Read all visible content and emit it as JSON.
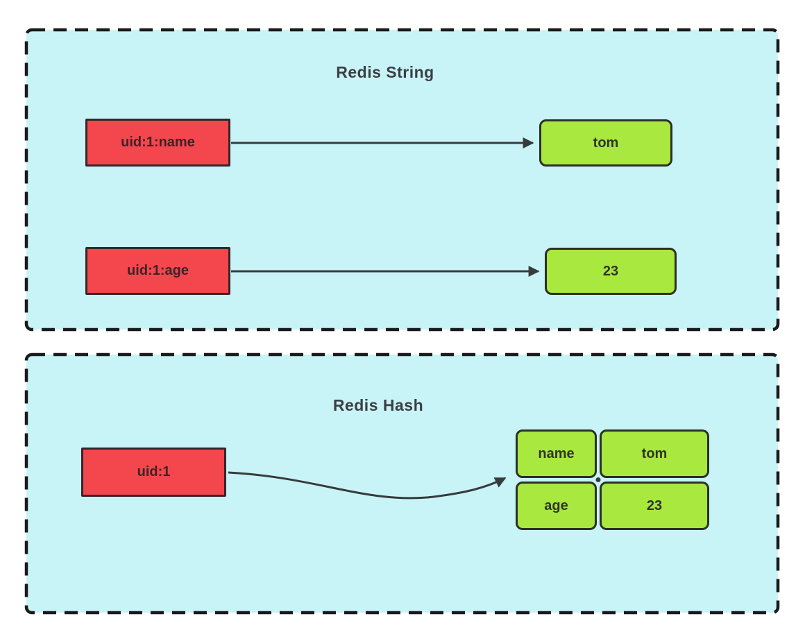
{
  "diagram": {
    "sections": [
      {
        "title": "Redis String",
        "type": "string-keys",
        "pairs": [
          {
            "key": "uid:1:name",
            "value": "tom"
          },
          {
            "key": "uid:1:age",
            "value": "23"
          }
        ]
      },
      {
        "title": "Redis Hash",
        "type": "hash-key",
        "key": "uid:1",
        "hash_fields": [
          {
            "field": "name",
            "value": "tom"
          },
          {
            "field": "age",
            "value": "23"
          }
        ]
      }
    ],
    "colors": {
      "container_background": "#c9f4f7",
      "container_border": "#1a1a1a",
      "key_box_background": "#f4474d",
      "key_box_border": "#33262a",
      "value_box_background": "#a9e83e",
      "value_box_border": "#2b3026",
      "arrow": "#363b3d",
      "title_text": "#3a3f43"
    }
  }
}
